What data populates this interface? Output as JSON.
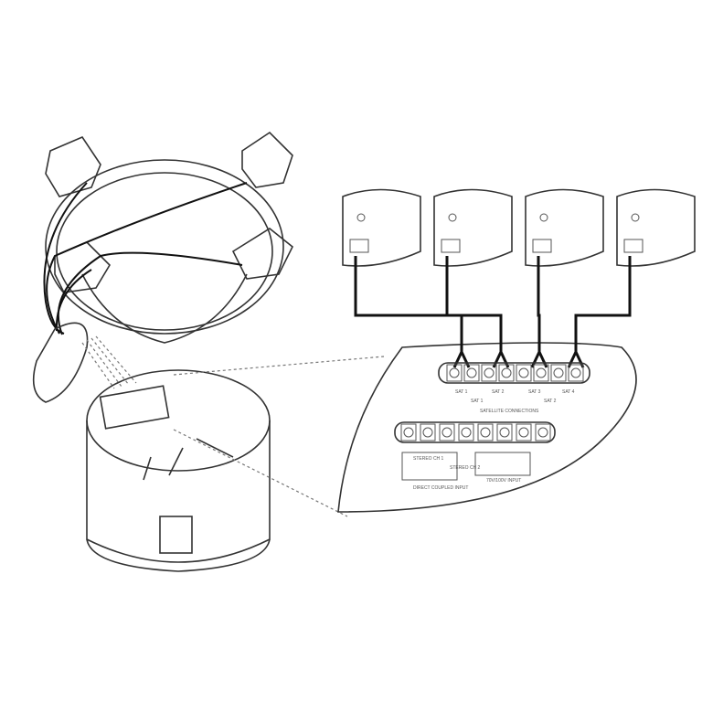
{
  "terminal_labels": {
    "satellites": [
      "SAT 1",
      "SAT 2",
      "SAT 3",
      "SAT 4"
    ],
    "satellite_groups": [
      "SAT 1",
      "SAT 2"
    ],
    "satellite_connections": "SATELLITE CONNECTIONS",
    "stereo_ch1": "STEREO CH 1",
    "stereo_ch2": "STEREO CH 2",
    "direct_coupled_input": "DIRECT COUPLED INPUT",
    "line_input": "70V/100V INPUT"
  },
  "colors": {
    "line": "#333333",
    "wire": "#111111",
    "background": "#ffffff"
  }
}
